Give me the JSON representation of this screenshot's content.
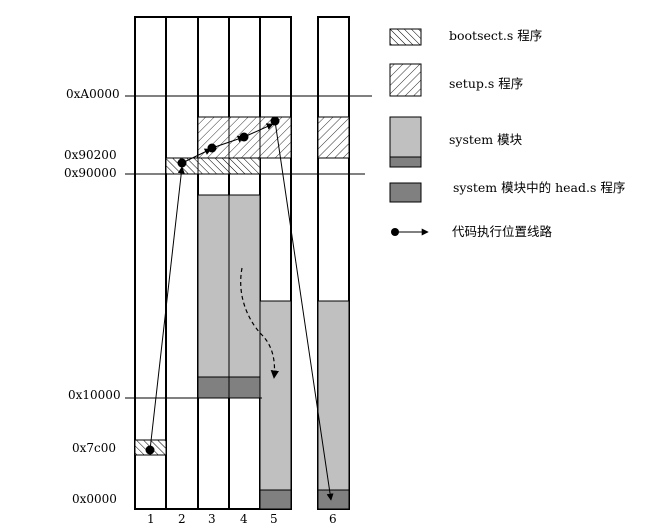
{
  "addresses": {
    "a0000": "0xA0000",
    "a90200": "0x90200",
    "a90000": "0x90000",
    "a10000": "0x10000",
    "a7c00": "0x7c00",
    "a0": "0x0000"
  },
  "columns": [
    "1",
    "2",
    "3",
    "4",
    "5",
    "6"
  ],
  "legend": {
    "bootsect": "bootsect.s 程序",
    "setup": "setup.s 程序",
    "system": "system 模块",
    "head": "system 模块中的 head.s 程序",
    "path": "代码执行位置线路"
  },
  "colors": {
    "system": "#c0c0c0",
    "head": "#808080",
    "line": "#000000"
  }
}
